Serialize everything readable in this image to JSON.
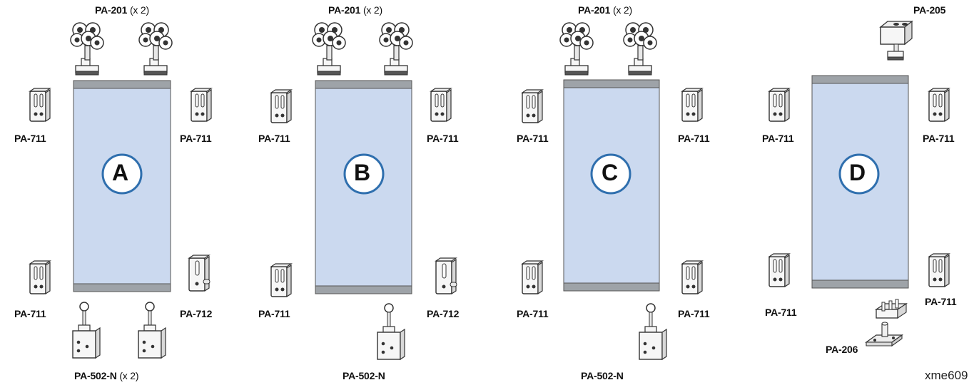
{
  "panels": [
    {
      "letter": "A",
      "top_part": "PA-201",
      "top_qty": "(x 2)",
      "upper_left": "PA-711",
      "upper_right": "PA-711",
      "lower_left": "PA-711",
      "lower_right": "PA-712",
      "bottom_part": "PA-502-N",
      "bottom_qty": "(x 2)"
    },
    {
      "letter": "B",
      "top_part": "PA-201",
      "top_qty": "(x 2)",
      "upper_left": "PA-711",
      "upper_right": "PA-711",
      "lower_left": "PA-711",
      "lower_right": "PA-712",
      "bottom_part": "PA-502-N",
      "bottom_qty": ""
    },
    {
      "letter": "C",
      "top_part": "PA-201",
      "top_qty": "(x 2)",
      "upper_left": "PA-711",
      "upper_right": "PA-711",
      "lower_left": "PA-711",
      "lower_right": "PA-711",
      "bottom_part": "PA-502-N",
      "bottom_qty": ""
    },
    {
      "letter": "D",
      "top_part": "PA-205",
      "top_qty": "",
      "upper_left": "PA-711",
      "upper_right": "PA-711",
      "lower_left": "PA-711",
      "lower_right": "PA-711",
      "bottom_part": "PA-206",
      "bottom_qty": ""
    }
  ],
  "figure_code": "xme609",
  "colors": {
    "glass": "#cbd9ef",
    "rail": "#9ea3a8",
    "circle_stroke": "#2f6fae",
    "part_line": "#333333",
    "part_fill": "#f6f6f6"
  }
}
